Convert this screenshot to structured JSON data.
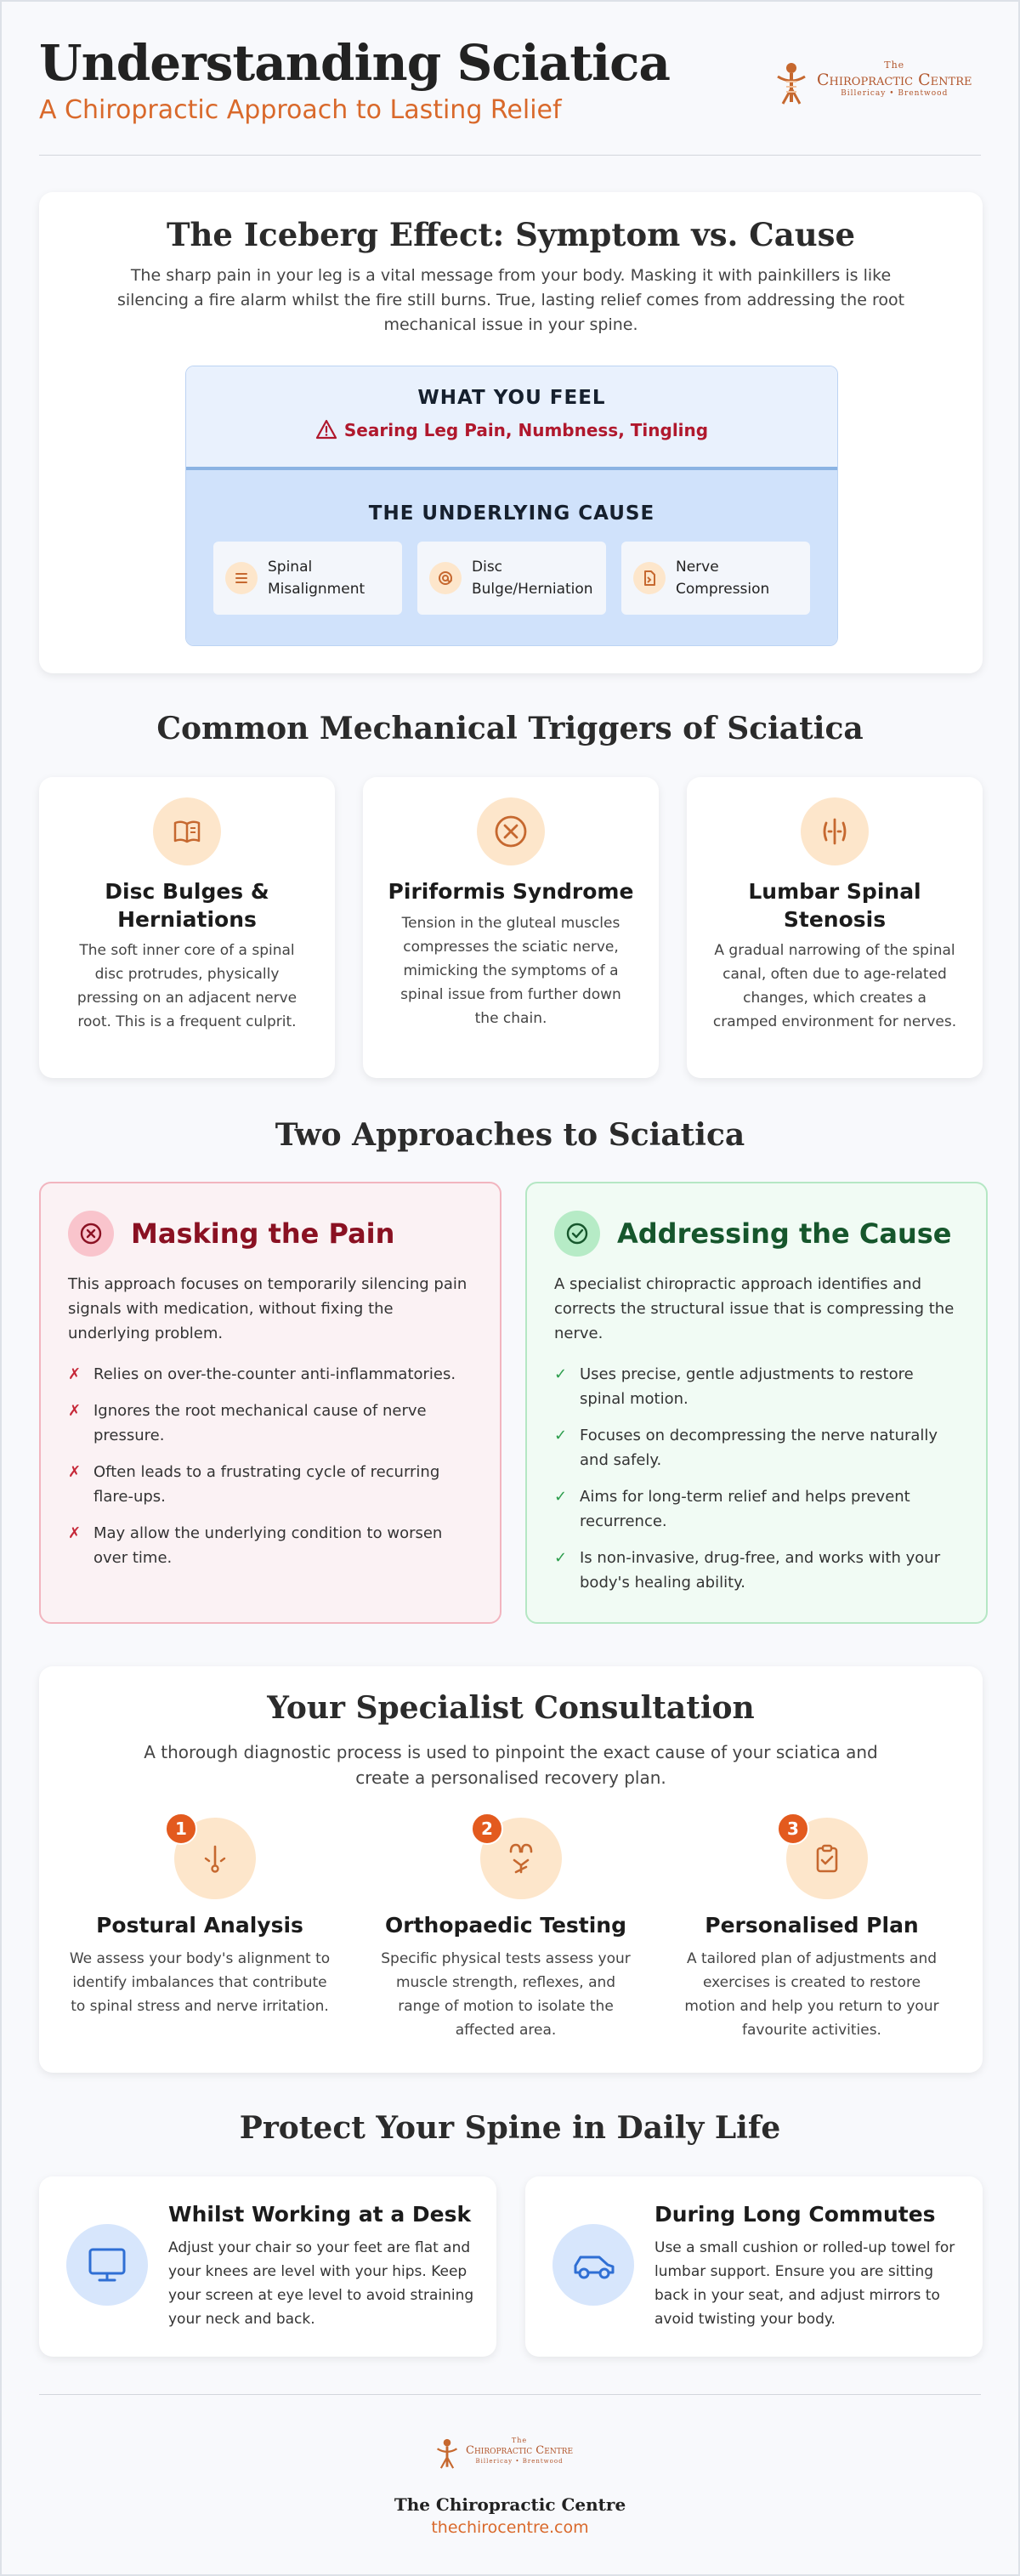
{
  "header": {
    "title": "Understanding Sciatica",
    "subtitle": "A Chiropractic Approach to Lasting Relief",
    "logo": {
      "the": "The",
      "name": "Chiropractic Centre",
      "locations": "Billericay • Brentwood",
      "icon": "spine-figure-icon"
    }
  },
  "iceberg": {
    "title": "The Iceberg Effect: Symptom vs. Cause",
    "intro": "The sharp pain in your leg is a vital message from your body. Masking it with painkillers is like silencing a fire alarm whilst the fire still burns. True, lasting relief comes from addressing the root mechanical issue in your spine.",
    "feel_label": "WHAT YOU FEEL",
    "symptoms": "Searing Leg Pain, Numbness, Tingling",
    "cause_label": "THE UNDERLYING CAUSE",
    "causes": [
      {
        "label": "Spinal Misalignment",
        "icon": "bars-icon"
      },
      {
        "label": "Disc Bulge/Herniation",
        "icon": "at-sign-icon"
      },
      {
        "label": "Nerve Compression",
        "icon": "compress-file-icon"
      }
    ]
  },
  "triggers": {
    "title": "Common Mechanical Triggers of Sciatica",
    "items": [
      {
        "title": "Disc Bulges & Herniations",
        "text": "The soft inner core of a spinal disc protrudes, physically pressing on an adjacent nerve root. This is a frequent culprit.",
        "icon": "book-open-icon"
      },
      {
        "title": "Piriformis Syndrome",
        "text": "Tension in the gluteal muscles compresses the sciatic nerve, mimicking the symptoms of a spinal issue from further down the chain.",
        "icon": "circle-x-icon"
      },
      {
        "title": "Lumbar Spinal Stenosis",
        "text": "A gradual narrowing of the spinal canal, often due to age-related changes, which creates a cramped environment for nerves.",
        "icon": "narrowing-icon"
      }
    ]
  },
  "approaches": {
    "title": "Two Approaches to Sciatica",
    "bad": {
      "title": "Masking the Pain",
      "intro": "This approach focuses on temporarily silencing pain signals with medication, without fixing the underlying problem.",
      "mark": "✗",
      "items": [
        "Relies on over-the-counter anti-inflammatories.",
        "Ignores the root mechanical cause of nerve pressure.",
        "Often leads to a frustrating cycle of recurring flare-ups.",
        "May allow the underlying condition to worsen over time."
      ]
    },
    "good": {
      "title": "Addressing the Cause",
      "intro": "A specialist chiropractic approach identifies and corrects the structural issue that is compressing the nerve.",
      "mark": "✓",
      "items": [
        "Uses precise, gentle adjustments to restore spinal motion.",
        "Focuses on decompressing the nerve naturally and safely.",
        "Aims for long-term relief and helps prevent recurrence.",
        "Is non-invasive, drug-free, and works with your body's healing ability."
      ]
    }
  },
  "consultation": {
    "title": "Your Specialist Consultation",
    "intro": "A thorough diagnostic process is used to pinpoint the exact cause of your sciatica and create a personalised recovery plan.",
    "steps": [
      {
        "num": "1",
        "title": "Postural Analysis",
        "text": "We assess your body's alignment to identify imbalances that contribute to spinal stress and nerve irritation.",
        "icon": "plumb-line-icon"
      },
      {
        "num": "2",
        "title": "Orthopaedic Testing",
        "text": "Specific physical tests assess your muscle strength, reflexes, and range of motion to isolate the affected area.",
        "icon": "reflex-hammer-icon"
      },
      {
        "num": "3",
        "title": "Personalised Plan",
        "text": "A tailored plan of adjustments and exercises is created to restore motion and help you return to your favourite activities.",
        "icon": "clipboard-check-icon"
      }
    ]
  },
  "protect": {
    "title": "Protect Your Spine in Daily Life",
    "tips": [
      {
        "title": "Whilst Working at a Desk",
        "text": "Adjust your chair so your feet are flat and your knees are level with your hips. Keep your screen at eye level to avoid straining your neck and back.",
        "icon": "monitor-icon"
      },
      {
        "title": "During Long Commutes",
        "text": "Use a small cushion or rolled-up towel for lumbar support. Ensure you are sitting back in your seat, and adjust mirrors to avoid twisting your body.",
        "icon": "car-icon"
      }
    ]
  },
  "footer": {
    "logo": {
      "the": "The",
      "name": "Chiropractic Centre",
      "locations": "Billericay • Brentwood"
    },
    "name": "The Chiropractic Centre",
    "url": "thechirocentre.com"
  },
  "colors": {
    "accent": "#d9692b",
    "danger": "#b0182d",
    "success": "#16562c",
    "ice_blue": "#d0e2fb",
    "icon_bg": "#fde6cb"
  }
}
